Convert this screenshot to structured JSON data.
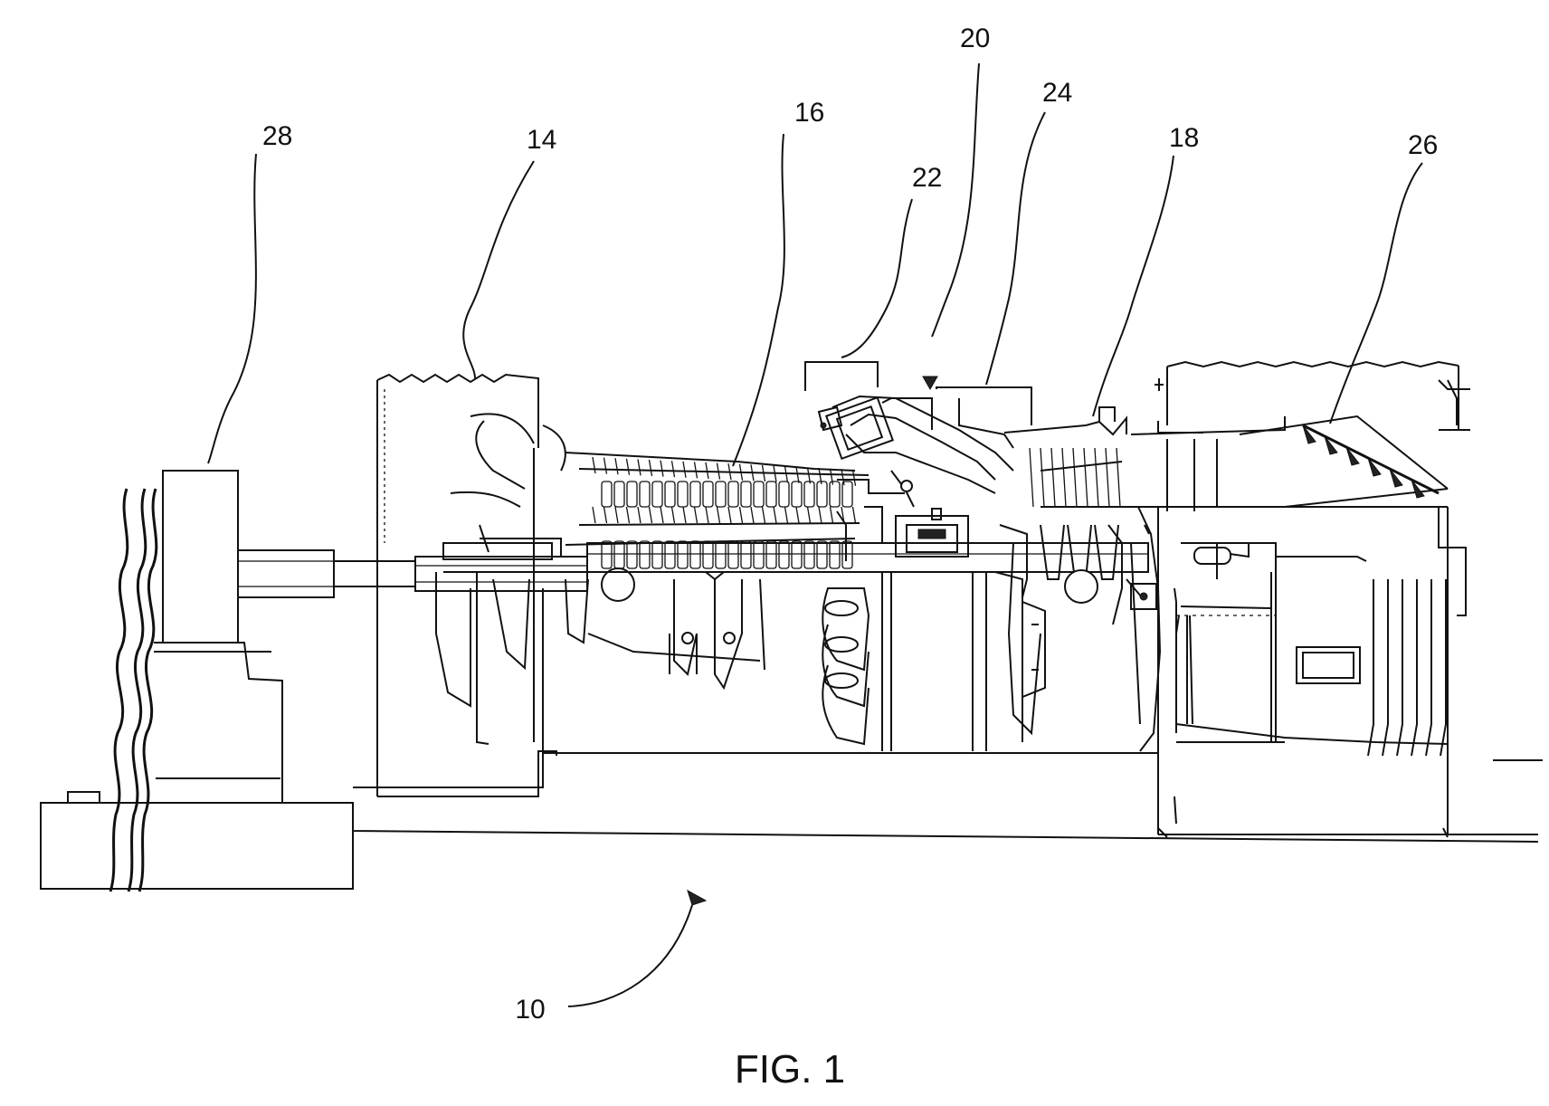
{
  "figure": {
    "caption": "FIG. 1",
    "reference_numerals": {
      "assembly": "10",
      "compressor_inlet": "14",
      "compressor": "16",
      "turbine": "18",
      "combustor": "20",
      "fuel_nozzle": "22",
      "transition_piece": "24",
      "exhaust": "26",
      "generator": "28"
    }
  }
}
